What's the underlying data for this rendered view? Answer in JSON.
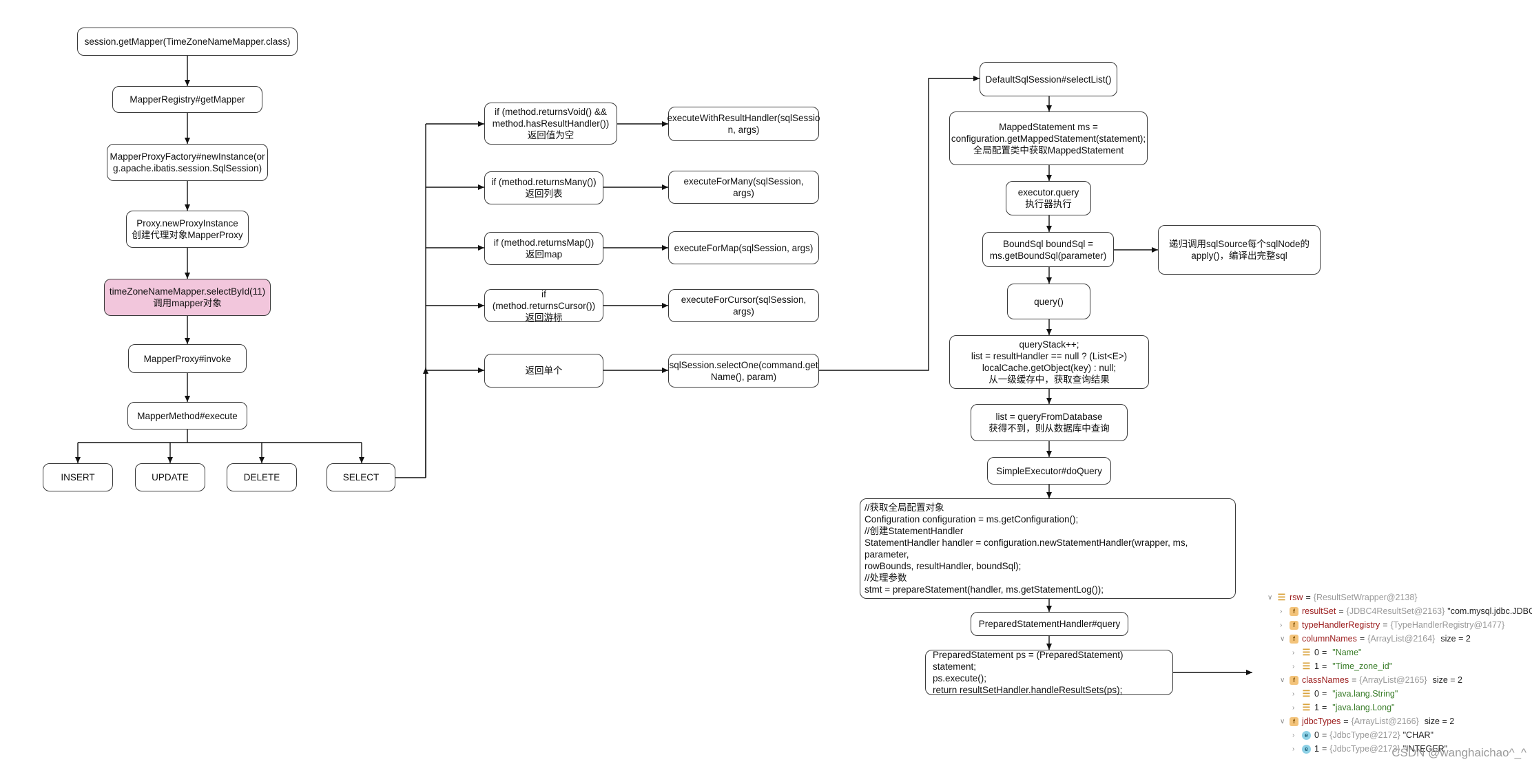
{
  "nodes": {
    "get_mapper": "session.getMapper(TimeZoneNameMapper.class)",
    "registry_get_mapper": "MapperRegistry#getMapper",
    "proxy_factory_new_instance": "MapperProxyFactory#newInstance(or\ng.apache.ibatis.session.SqlSession)",
    "proxy_new_instance": "Proxy.newProxyInstance\n创建代理对象MapperProxy",
    "select_by_id": "timeZoneNameMapper.selectById(11)\n调用mapper对象",
    "mapper_proxy_invoke": "MapperProxy#invoke",
    "mapper_method_execute": "MapperMethod#execute",
    "insert": "INSERT",
    "update": "UPDATE",
    "delete": "DELETE",
    "select": "SELECT",
    "if_returns_void": "if (method.returnsVoid() &&\nmethod.hasResultHandler())\n返回值为空",
    "if_returns_many": "if (method.returnsMany())\n返回列表",
    "if_returns_map": "if (method.returnsMap())\n返回map",
    "if_returns_cursor": "if (method.returnsCursor())\n返回游标",
    "return_single": "返回单个",
    "execute_with_result_handler": "executeWithResultHandler(sqlSessio\nn, args)",
    "execute_for_many": "executeForMany(sqlSession, args)",
    "execute_for_map": "executeForMap(sqlSession, args)",
    "execute_for_cursor": "executeForCursor(sqlSession, args)",
    "select_one": "sqlSession.selectOne(command.get\nName(), param)",
    "select_list": "DefaultSqlSession#selectList()",
    "mapped_statement": "MappedStatement ms =\nconfiguration.getMappedStatement(statement);\n全局配置类中获取MappedStatement",
    "executor_query": "executor.query\n执行器执行",
    "bound_sql": "BoundSql boundSql =\nms.getBoundSql(parameter)",
    "sql_source_apply": "递归调用sqlSource每个sqlNode的\napply()，编译出完整sql",
    "query": "query()",
    "query_stack": "queryStack++;\nlist = resultHandler == null ? (List<E>)\nlocalCache.getObject(key) : null;\n从一级缓存中，获取查询结果",
    "query_from_database": "list = queryFromDatabase\n获得不到，则从数据库中查询",
    "simple_executor_do_query": "SimpleExecutor#doQuery",
    "do_query_body": "//获取全局配置对象\nConfiguration configuration = ms.getConfiguration();\n//创建StatementHandler\n StatementHandler handler = configuration.newStatementHandler(wrapper, ms, parameter,\nrowBounds, resultHandler, boundSql);\n//处理参数\n stmt = prepareStatement(handler, ms.getStatementLog());",
    "prepared_statement_handler_query": "PreparedStatementHandler#query",
    "prepared_statement_body": "PreparedStatement ps = (PreparedStatement) statement;\n  ps.execute();\n  return resultSetHandler.handleResultSets(ps);"
  },
  "debugger": {
    "rows": [
      {
        "chevron": "v",
        "icon": "list",
        "name": "rsw",
        "type": "{ResultSetWrapper@2138}",
        "value": "",
        "size": ""
      },
      {
        "chevron": ">",
        "icon": "field",
        "name": "resultSet",
        "type": "{JDBC4ResultSet@2163}",
        "value": "\"com.mysql.jdbc.JDBC",
        "size": ""
      },
      {
        "chevron": ">",
        "icon": "field",
        "name": "typeHandlerRegistry",
        "type": "{TypeHandlerRegistry@1477}",
        "value": "",
        "size": ""
      },
      {
        "chevron": "v",
        "icon": "field",
        "name": "columnNames",
        "type": "{ArrayList@2164}",
        "value": "",
        "size": "size = 2"
      },
      {
        "chevron": ">",
        "icon": "list",
        "name": "0",
        "type": "",
        "value": "\"Name\"",
        "size": ""
      },
      {
        "chevron": ">",
        "icon": "list",
        "name": "1",
        "type": "",
        "value": "\"Time_zone_id\"",
        "size": ""
      },
      {
        "chevron": "v",
        "icon": "field",
        "name": "classNames",
        "type": "{ArrayList@2165}",
        "value": "",
        "size": "size = 2"
      },
      {
        "chevron": ">",
        "icon": "list",
        "name": "0",
        "type": "",
        "value": "\"java.lang.String\"",
        "size": ""
      },
      {
        "chevron": ">",
        "icon": "list",
        "name": "1",
        "type": "",
        "value": "\"java.lang.Long\"",
        "size": ""
      },
      {
        "chevron": "v",
        "icon": "field",
        "name": "jdbcTypes",
        "type": "{ArrayList@2166}",
        "value": "",
        "size": "size = 2"
      },
      {
        "chevron": ">",
        "icon": "enum",
        "name": "0",
        "type": "{JdbcType@2172}",
        "value": "\"CHAR\"",
        "size": ""
      },
      {
        "chevron": ">",
        "icon": "enum",
        "name": "1",
        "type": "{JdbcType@2173}",
        "value": "\"INTEGER\"",
        "size": ""
      }
    ]
  },
  "watermark": "CSDN @wanghaichao^_^"
}
